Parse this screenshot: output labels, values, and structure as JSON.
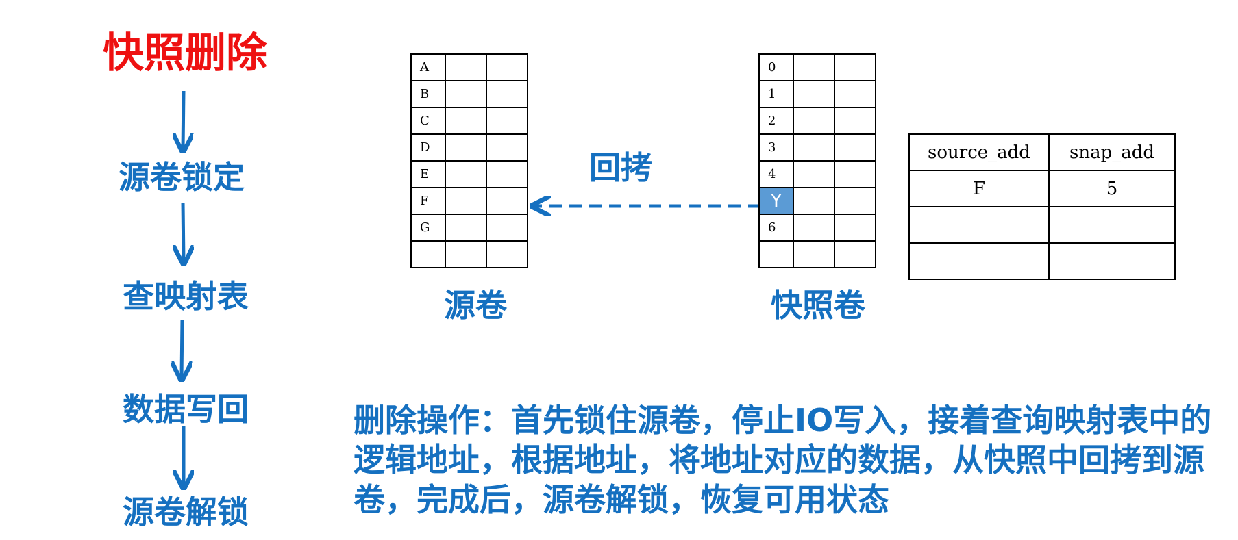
{
  "flow": {
    "title": "快照删除",
    "steps": [
      "源卷锁定",
      "查映射表",
      "数据写回",
      "源卷解锁"
    ]
  },
  "source_volume": {
    "label": "源卷",
    "rows": [
      "A",
      "B",
      "C",
      "D",
      "E",
      "F",
      "G",
      ""
    ]
  },
  "snapshot_volume": {
    "label": "快照卷",
    "rows": [
      "0",
      "1",
      "2",
      "3",
      "4",
      "Y",
      "6",
      ""
    ],
    "highlighted_row": "Y"
  },
  "copy_back_label": "回拷",
  "mapping_table": {
    "headers": [
      "source_add",
      "snap_add"
    ],
    "rows": [
      [
        "F",
        "5"
      ],
      [
        "",
        ""
      ],
      [
        "",
        ""
      ]
    ]
  },
  "description": "删除操作：首先锁住源卷，停止IO写入，接着查询映射表中的逻辑地址，根据地址，将地址对应的数据，从快照中回拷到源卷，完成后，源卷解锁，恢复可用状态",
  "colors": {
    "title": "#ee1111",
    "accent": "#1570c0",
    "highlight_cell": "#5b9bd5"
  }
}
